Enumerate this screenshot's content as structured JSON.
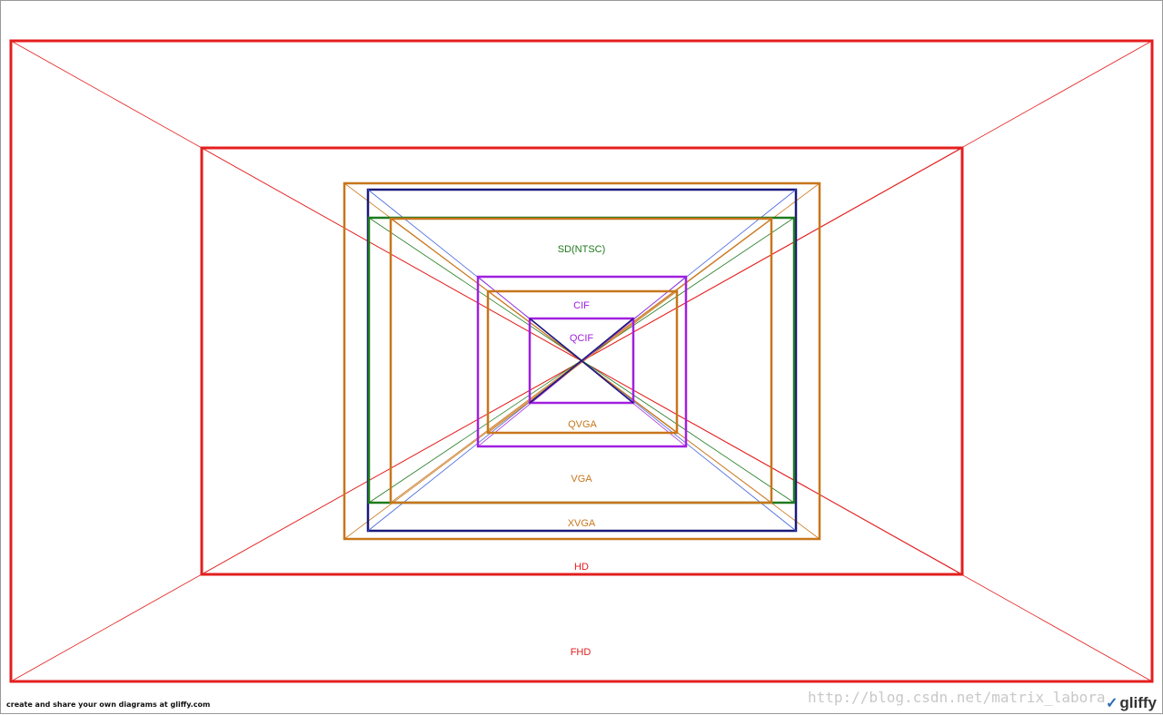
{
  "diagram": {
    "labels": {
      "fhd": "FHD",
      "hd": "HD",
      "xvga": "XVGA",
      "vga": "VGA",
      "sd_ntsc": "SD(NTSC)",
      "cif": "CIF",
      "qcif": "QCIF",
      "qvga": "QVGA"
    },
    "colors": {
      "red": "#e41e1e",
      "orange": "#c8761c",
      "navy": "#1a1a7a",
      "green": "#1e7a1e",
      "purple": "#a020e0",
      "blue_diag": "#4466dd"
    }
  },
  "footer": {
    "credit": "create and share your own diagrams at gliffy.com",
    "watermark": "http://blog.csdn.net/matrix_labora",
    "brand": "gliffy"
  }
}
